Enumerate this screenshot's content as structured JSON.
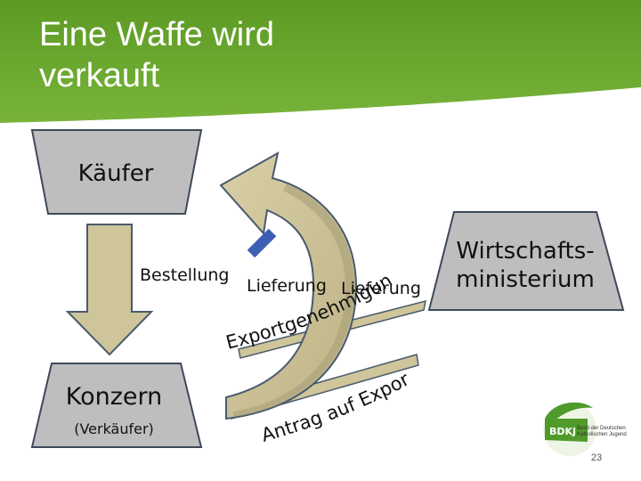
{
  "title": {
    "line1": "Eine Waffe wird",
    "line2": "verkauft"
  },
  "boxes": {
    "kaeufer": "Käufer",
    "konzern": "Konzern",
    "verkaeufer": "(Verkäufer)",
    "ministerium_line1": "Wirtschafts-",
    "ministerium_line2": "ministerium"
  },
  "flows": {
    "bestellung": "Bestellung",
    "lieferung_1": "Lieferung",
    "lieferung_2": "Lieferung",
    "exportgenehmigung": "Exportgenehmigung",
    "antrag_auf_export": "Antrag auf Export"
  },
  "logo": {
    "mark": "BDKJ",
    "line1": "Bund der Deutschen",
    "line2": "Katholischen Jugend"
  },
  "page_number": "23",
  "colors": {
    "title_band": "#6aa52b",
    "box_fill": "#bebebe",
    "box_stroke": "#3e4a5a",
    "arrow_fill": "#cfc59a",
    "arrow_stroke": "#4a5a6e",
    "big_arrow": "#c8bd8e",
    "logo_green": "#4f9a2b"
  }
}
